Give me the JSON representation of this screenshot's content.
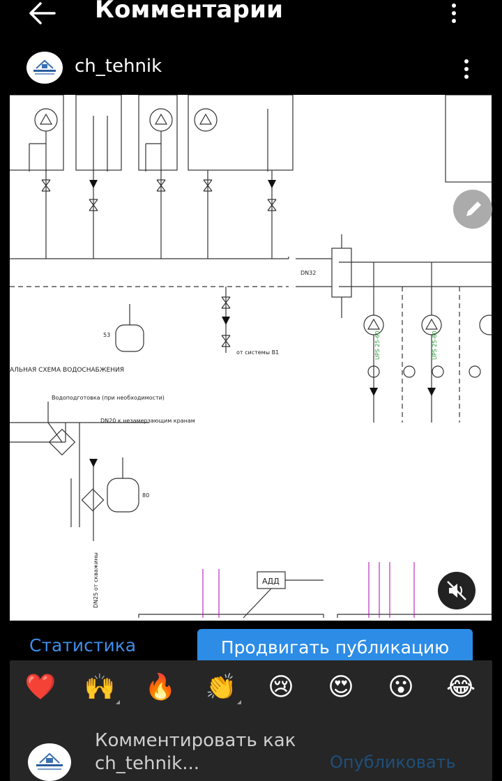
{
  "header": {
    "title": "Комментарии",
    "back_icon": "arrow-left-icon",
    "more_icon": "more-vertical-icon"
  },
  "post": {
    "username": "ch_tehnik",
    "avatar_icon": "ch-tehnik-logo",
    "more_icon": "more-vertical-icon",
    "image": {
      "description_labels": {
        "section_title": "АЛЬНАЯ СХЕМА ВОДОСНАБЖЕНИЯ",
        "water_treatment": "Водоподготовка (при необходимости)",
        "dn20_note": "DN20 к незамерзающим кранам",
        "from_system": "от системы В1",
        "add_label": "АДД",
        "dn32": "DN32",
        "from_well": "DN25 от скважины",
        "label_53": "53",
        "label_80": "80"
      },
      "edit_icon": "pencil-icon",
      "mute_icon": "speaker-muted-icon"
    }
  },
  "actions": {
    "stats_label": "Статистика",
    "promote_label": "Продвигать публикацию"
  },
  "comment_bar": {
    "reactions": [
      "❤️",
      "🙌",
      "🔥",
      "👏",
      "😢",
      "😍",
      "😮",
      "😂"
    ],
    "reaction_names": [
      "heart",
      "raised-hands",
      "fire",
      "clapping-hands",
      "crying-face",
      "heart-eyes",
      "surprised-face",
      "laughing-face"
    ],
    "input_placeholder": "Комментировать как ch_tehnik...",
    "publish_label": "Опубликовать"
  },
  "colors": {
    "background": "#000000",
    "sheet": "#262626",
    "accent_blue": "#2c8ce6",
    "link_blue": "#3d8fe8",
    "publish_disabled": "#1f4f7a"
  }
}
